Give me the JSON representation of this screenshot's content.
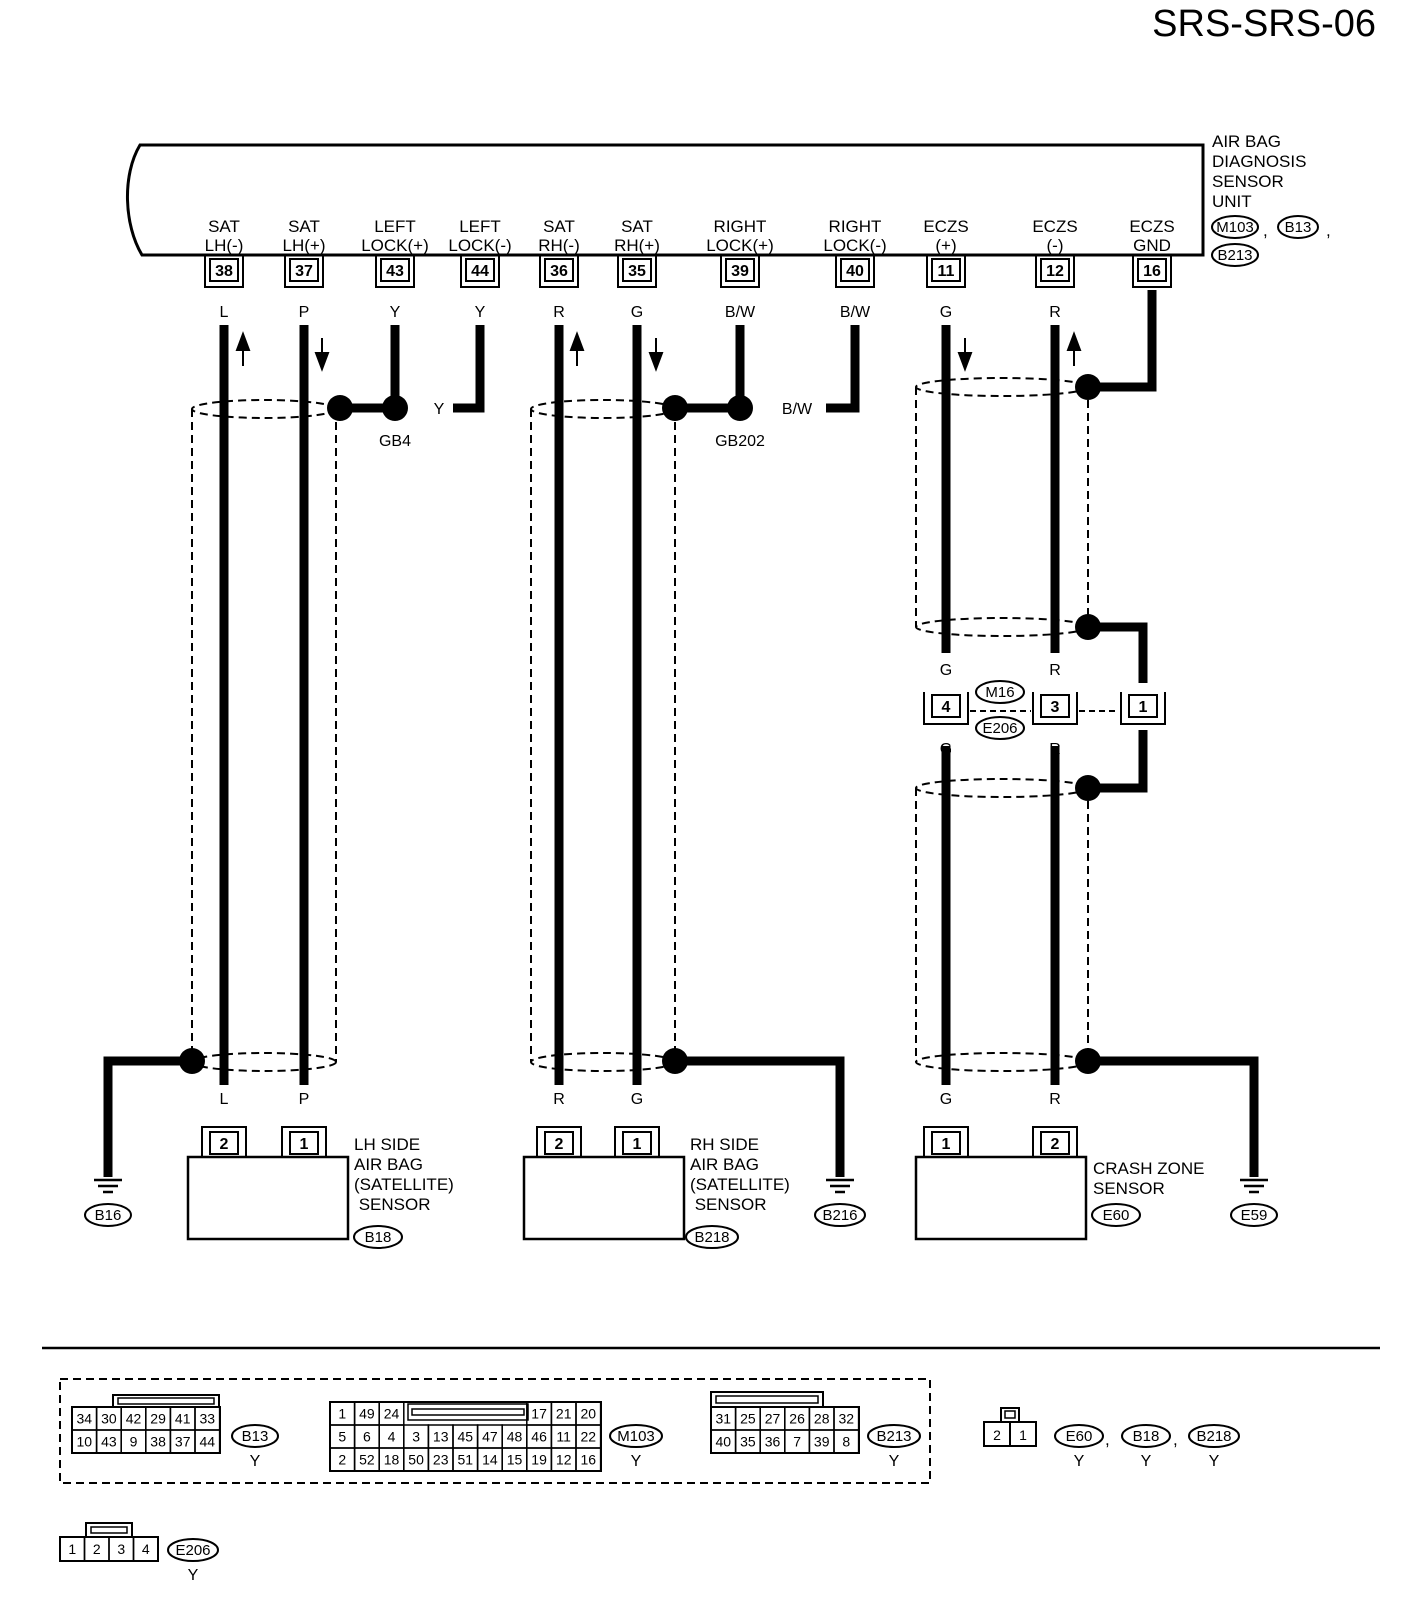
{
  "page_title": "SRS-SRS-06",
  "unit": {
    "name_lines": [
      "AIR BAG",
      "DIAGNOSIS",
      "SENSOR",
      "UNIT"
    ],
    "connectors": [
      "M103",
      "B13",
      "B213"
    ],
    "terminals": [
      {
        "l1": "SAT",
        "l2": "LH(-)",
        "pin": "38",
        "wire": "L"
      },
      {
        "l1": "SAT",
        "l2": "LH(+)",
        "pin": "37",
        "wire": "P"
      },
      {
        "l1": "LEFT",
        "l2": "LOCK(+)",
        "pin": "43",
        "wire": "Y"
      },
      {
        "l1": "LEFT",
        "l2": "LOCK(-)",
        "pin": "44",
        "wire": "Y"
      },
      {
        "l1": "SAT",
        "l2": "RH(-)",
        "pin": "36",
        "wire": "R"
      },
      {
        "l1": "SAT",
        "l2": "RH(+)",
        "pin": "35",
        "wire": "G"
      },
      {
        "l1": "RIGHT",
        "l2": "LOCK(+)",
        "pin": "39",
        "wire": "B/W"
      },
      {
        "l1": "RIGHT",
        "l2": "LOCK(-)",
        "pin": "40",
        "wire": "B/W"
      },
      {
        "l1": "ECZS",
        "l2": "(+)",
        "pin": "11",
        "wire": "G"
      },
      {
        "l1": "ECZS",
        "l2": "(-)",
        "pin": "12",
        "wire": "R"
      },
      {
        "l1": "ECZS",
        "l2": "GND",
        "pin": "16",
        "wire": ""
      }
    ]
  },
  "junctions": {
    "gb4": {
      "name": "GB4",
      "wire": "Y"
    },
    "gb202": {
      "name": "GB202",
      "wire": "B/W"
    }
  },
  "joint_connector": {
    "connectors": [
      "M16",
      "E206"
    ],
    "pins": [
      "4",
      "3",
      "1"
    ],
    "wires_top": [
      "G",
      "R"
    ],
    "wires_bottom": [
      "G",
      "R"
    ]
  },
  "sensors": [
    {
      "name_lines": [
        "LH SIDE",
        "AIR BAG",
        "(SATELLITE)",
        " SENSOR"
      ],
      "connector": "B18",
      "ground": "B16",
      "pins": [
        "2",
        "1"
      ],
      "wires": [
        "L",
        "P"
      ]
    },
    {
      "name_lines": [
        "RH SIDE",
        "AIR BAG",
        "(SATELLITE)",
        " SENSOR"
      ],
      "connector": "B218",
      "ground": "B216",
      "pins": [
        "2",
        "1"
      ],
      "wires": [
        "R",
        "G"
      ]
    },
    {
      "name_lines": [
        "CRASH ZONE",
        "SENSOR"
      ],
      "connector": "E60",
      "ground": "E59",
      "pins": [
        "1",
        "2"
      ],
      "wires": [
        "G",
        "R"
      ]
    }
  ],
  "connector_views": {
    "b13": {
      "name": "B13",
      "color": "Y",
      "rows": [
        [
          "34",
          "30",
          "42",
          "29",
          "41",
          "33"
        ],
        [
          "10",
          "43",
          "9",
          "38",
          "37",
          "44"
        ]
      ]
    },
    "m103": {
      "name": "M103",
      "color": "Y",
      "row1_left": [
        "1",
        "49",
        "24"
      ],
      "row1_right": [
        "17",
        "21",
        "20"
      ],
      "row2": [
        "5",
        "6",
        "4",
        "3",
        "13",
        "45",
        "47",
        "48",
        "46",
        "11",
        "22"
      ],
      "row3": [
        "2",
        "52",
        "18",
        "50",
        "23",
        "51",
        "14",
        "15",
        "19",
        "12",
        "16"
      ]
    },
    "b213": {
      "name": "B213",
      "color": "Y",
      "rows": [
        [
          "31",
          "25",
          "27",
          "26",
          "28",
          "32"
        ],
        [
          "40",
          "35",
          "36",
          "7",
          "39",
          "8"
        ]
      ]
    },
    "small2": {
      "pins": [
        "2",
        "1"
      ],
      "names": [
        "E60",
        "B18",
        "B218"
      ],
      "colors": [
        "Y",
        "Y",
        "Y"
      ]
    },
    "e206": {
      "name": "E206",
      "color": "Y",
      "pins": [
        "1",
        "2",
        "3",
        "4"
      ]
    }
  }
}
